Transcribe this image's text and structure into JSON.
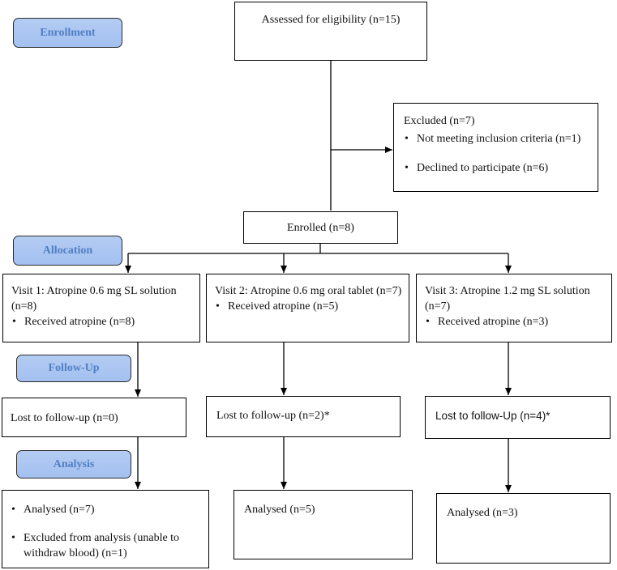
{
  "stages": {
    "enrollment": "Enrollment",
    "allocation": "Allocation",
    "followup": "Follow-Up",
    "analysis": "Analysis"
  },
  "assessed": "Assessed for eligibility (n=15)",
  "excluded": {
    "title": "Excluded (n=7)",
    "items": [
      "Not meeting inclusion criteria (n=1)",
      "Declined to participate (n=6)"
    ]
  },
  "enrolled": "Enrolled (n=8)",
  "visits": [
    {
      "title": "Visit 1: Atropine 0.6 mg SL solution (n=8)",
      "received": "Received atropine (n=8)",
      "lost": "Lost to follow-up (n=0)",
      "analysed": "Analysed (n=7)",
      "excluded_analysis": "Excluded from analysis (unable to withdraw blood) (n=1)"
    },
    {
      "title": "Visit 2: Atropine 0.6 mg oral tablet (n=7)",
      "received": "Received atropine  (n=5)",
      "lost": "Lost to follow-up (n=2)*",
      "analysed": "Analysed (n=5)"
    },
    {
      "title": "Visit 3: Atropine 1.2 mg SL solution (n=7)",
      "received": "Received atropine (n=3)",
      "lost": "Lost to follow-Up (n=4)*",
      "analysed": "Analysed (n=3)"
    }
  ]
}
